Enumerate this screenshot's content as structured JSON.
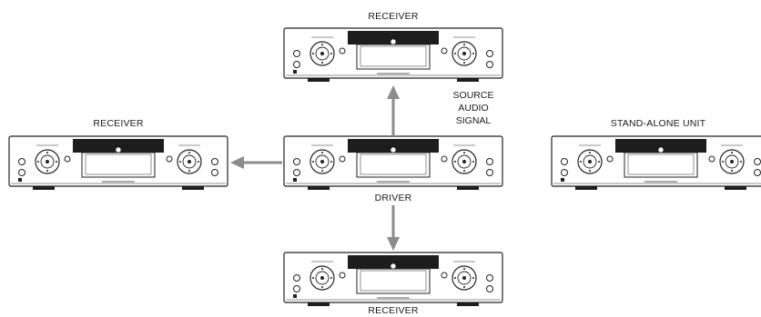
{
  "labels": {
    "receiver_top": "RECEIVER",
    "receiver_left": "RECEIVER",
    "receiver_bottom": "RECEIVER",
    "driver": "DRIVER",
    "standalone": "STAND-ALONE UNIT",
    "source_line1": "SOURCE",
    "source_line2": "AUDIO",
    "source_line3": "SIGNAL"
  },
  "colors": {
    "arrow": "#8c8c8c",
    "outline": "#222222",
    "background": "#ffffff"
  }
}
